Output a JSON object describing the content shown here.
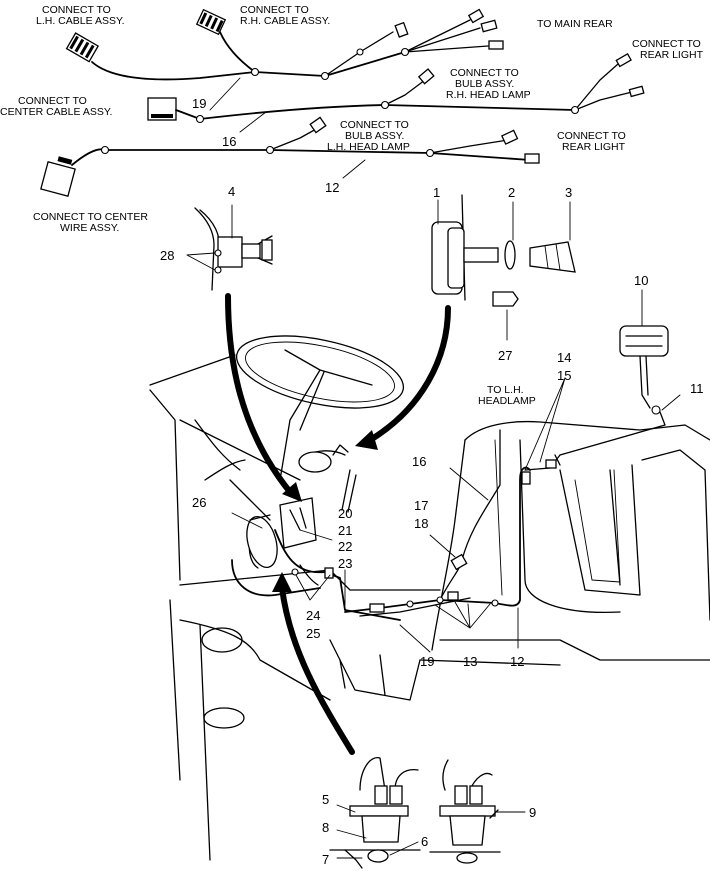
{
  "labels": {
    "lh_cable": [
      "CONNECT TO",
      "L.H. CABLE ASSY."
    ],
    "rh_cable": [
      "CONNECT TO",
      "R.H. CABLE ASSY."
    ],
    "main_rear": "TO MAIN REAR",
    "rear_light_top": [
      "CONNECT TO",
      "REAR LIGHT"
    ],
    "rh_head_lamp": [
      "CONNECT TO",
      "BULB ASSY.",
      "R.H. HEAD LAMP"
    ],
    "center_cable": [
      "CONNECT TO",
      "CENTER CABLE ASSY."
    ],
    "lh_head_lamp": [
      "CONNECT TO",
      "BULB ASSY.",
      "L.H. HEAD LAMP"
    ],
    "rear_light_mid": [
      "CONNECT TO",
      "REAR LIGHT"
    ],
    "center_wire": [
      "CONNECT TO CENTER",
      "WIRE ASSY."
    ],
    "lh_headlamp_small": [
      "TO L.H.",
      "HEADLAMP"
    ]
  },
  "callouts": {
    "n1": "1",
    "n2": "2",
    "n3": "3",
    "n4": "4",
    "n5": "5",
    "n6": "6",
    "n7": "7",
    "n8": "8",
    "n9": "9",
    "n10": "10",
    "n11": "11",
    "n12a": "12",
    "n12b": "12",
    "n13": "13",
    "n14": "14",
    "n15": "15",
    "n16a": "16",
    "n16b": "16",
    "n17": "17",
    "n18": "18",
    "n19a": "19",
    "n19b": "19",
    "n20": "20",
    "n21": "21",
    "n22": "22",
    "n23": "23",
    "n24": "24",
    "n25": "25",
    "n26": "26",
    "n27": "27",
    "n28": "28"
  }
}
